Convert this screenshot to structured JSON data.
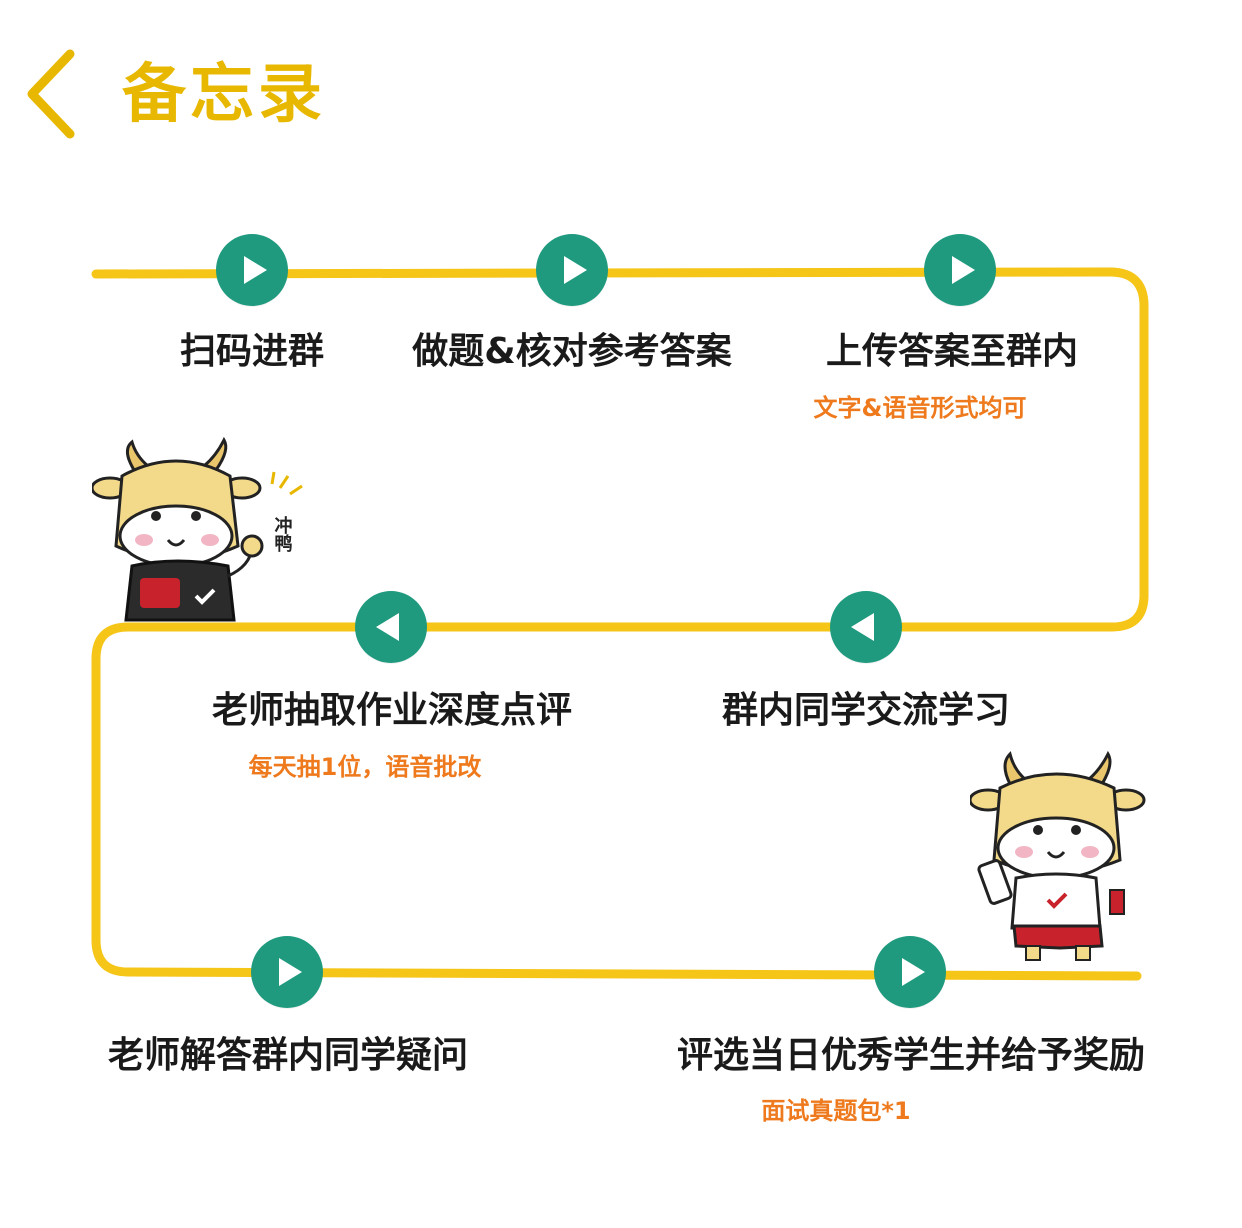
{
  "header": {
    "title": "备忘录",
    "back_icon": "chevron-left-icon"
  },
  "colors": {
    "accent_yellow": "#F5C518",
    "title_yellow": "#E8B800",
    "play_green": "#1F9A7E",
    "note_orange": "#EE7A1D",
    "text_dark": "#1A1A1A"
  },
  "steps": [
    {
      "label": "扫码进群",
      "note": "",
      "icon": "play-right-icon"
    },
    {
      "label": "做题&核对参考答案",
      "note": "",
      "icon": "play-right-icon"
    },
    {
      "label": "上传答案至群内",
      "note": "文字&语音形式均可",
      "icon": "play-right-icon"
    },
    {
      "label": "群内同学交流学习",
      "note": "",
      "icon": "play-left-icon"
    },
    {
      "label": "老师抽取作业深度点评",
      "note": "每天抽1位，语音批改",
      "icon": "play-left-icon"
    },
    {
      "label": "老师解答群内同学疑问",
      "note": "",
      "icon": "play-right-icon"
    },
    {
      "label": "评选当日优秀学生并给予奖励",
      "note": "面试真题包*1",
      "icon": "play-right-icon"
    }
  ],
  "mascots": {
    "left": {
      "name": "cow-mascot-cheering",
      "badge_text": "冲鸭"
    },
    "right": {
      "name": "cow-mascot-running"
    }
  }
}
